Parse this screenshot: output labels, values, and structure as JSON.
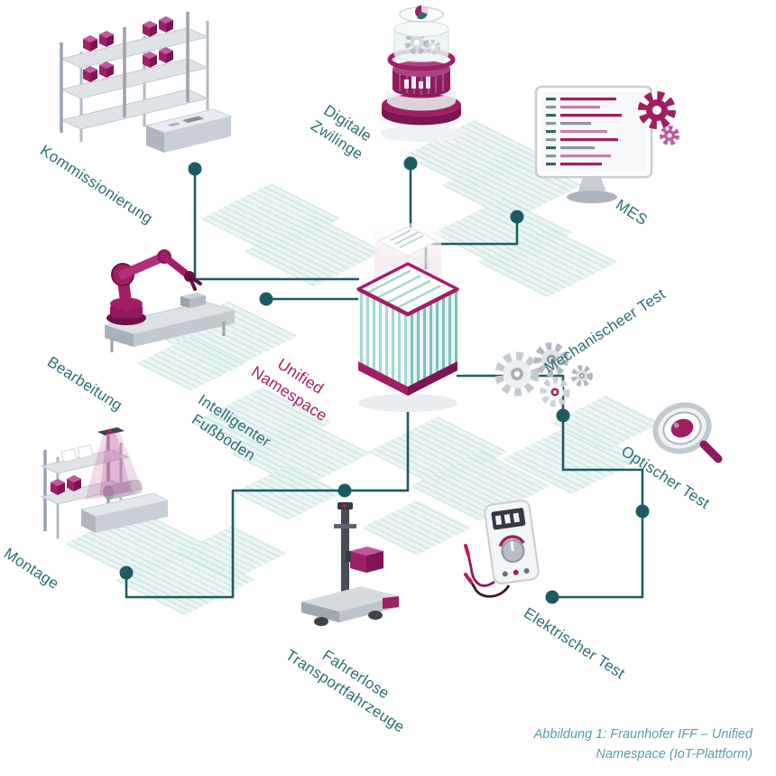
{
  "diagram": {
    "hub": {
      "label_line1": "Unified",
      "label_line2": "Namespace"
    },
    "nodes": [
      {
        "id": "kommissionierung",
        "label": "Kommissionierung"
      },
      {
        "id": "digitale-zwillinge",
        "label_line1": "Digitale",
        "label_line2": "Zwilinge"
      },
      {
        "id": "mes",
        "label": "MES"
      },
      {
        "id": "bearbeitung",
        "label": "Bearbeitung"
      },
      {
        "id": "mechanischer-test",
        "label": "Mechanischeer Test"
      },
      {
        "id": "intelligenter-fussboden",
        "label_line1": "Intelligenter",
        "label_line2": "Fußboden"
      },
      {
        "id": "optischer-test",
        "label": "Optischer Test"
      },
      {
        "id": "montage",
        "label": "Montage"
      },
      {
        "id": "fahrerlose-transportfahrzeuge",
        "label_line1": "Fahrerlose",
        "label_line2": "Transportfahrzeuge"
      },
      {
        "id": "elektrischer-test",
        "label": "Elektrischer Test"
      }
    ],
    "caption": {
      "line1": "Abbildung 1: Fraunhofer IFF – Unified",
      "line2": "Namespace (IoT-Plattform)"
    },
    "colors": {
      "accent_magenta": "#9E2063",
      "accent_magenta_dark": "#7E1453",
      "line_teal": "#1E5A64",
      "label_teal": "#2A6E78",
      "sheet_teal": "#E9F4F3"
    }
  }
}
